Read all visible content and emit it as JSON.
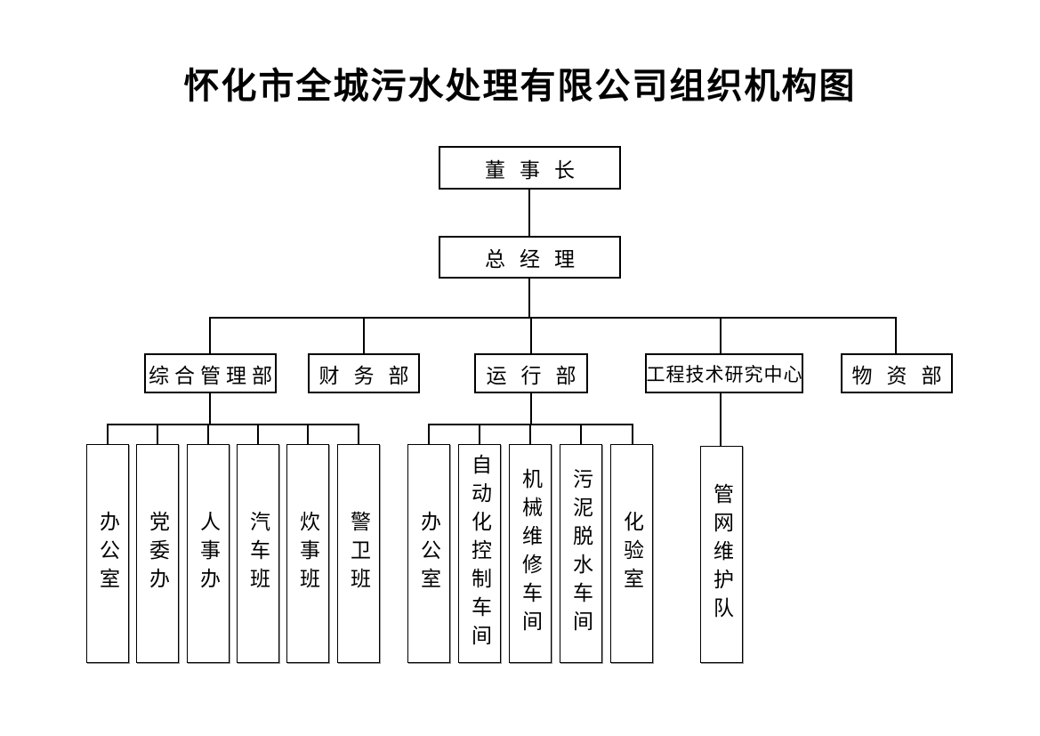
{
  "title": "怀化市全城污水处理有限公司组织机构图",
  "org": {
    "chairman": "董事长",
    "general_manager": "总经理",
    "departments": [
      {
        "label": "综合管理部",
        "children": [
          "办公室",
          "党委办",
          "人事办",
          "汽车班",
          "炊事班",
          "警卫班"
        ]
      },
      {
        "label": "财务部",
        "children": []
      },
      {
        "label": "运行部",
        "children": [
          "办公室",
          "自动化控制车间",
          "机械维修车间",
          "污泥脱水车间",
          "化验室"
        ]
      },
      {
        "label": "工程技术研究中心",
        "children": [
          "管网维护队"
        ]
      },
      {
        "label": "物资部",
        "children": []
      }
    ]
  },
  "colors": {
    "background": "#ffffff",
    "line": "#000000",
    "box_border": "#000000",
    "text": "#000000"
  }
}
